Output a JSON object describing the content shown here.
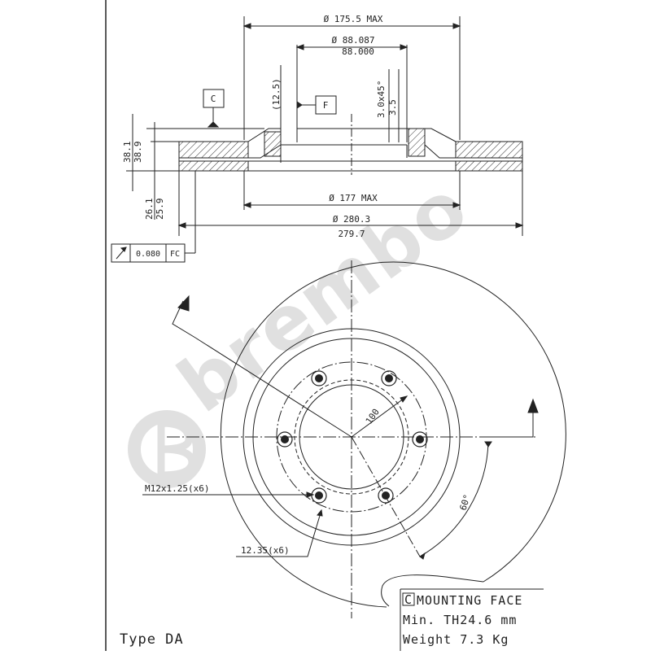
{
  "section_view": {
    "dim_outer_max": "Ø 175.5 MAX",
    "dim_bore_1": "Ø 88.087",
    "dim_bore_2": "88.000",
    "dim_inner_max": "Ø 177 MAX",
    "dim_diameter_1": "Ø 280.3",
    "dim_diameter_2": "279.7",
    "dim_offset": "(12.5)",
    "dim_chamfer_1": "3.0x45°",
    "dim_chamfer_2": "3.5",
    "dim_height_1": "38.1",
    "dim_height_2": "38.9",
    "dim_thickness_1": "26.1",
    "dim_thickness_2": "25.9",
    "datum_c": "C",
    "datum_f": "F",
    "runout_value": "0.080",
    "runout_ref": "FC"
  },
  "plan_view": {
    "pcd": "100",
    "thread": "M12x1.25(x6)",
    "hole": "12.35(x6)",
    "angle": "60°",
    "watermark": "brembo"
  },
  "notes": {
    "mounting_letter": "C",
    "mounting_face": "MOUNTING FACE",
    "min_th": "Min. TH24.6 mm",
    "weight": "Weight 7.3 Kg",
    "type": "Type DA"
  },
  "colors": {
    "line": "#222222",
    "watermark": "#c8c8c8",
    "background": "#ffffff"
  }
}
